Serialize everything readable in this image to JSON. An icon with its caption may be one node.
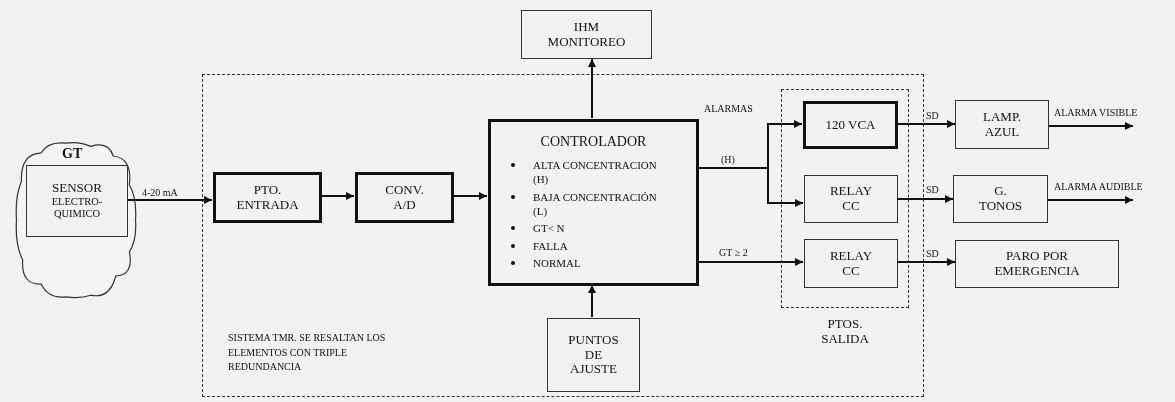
{
  "diagram": {
    "nodes": [
      {
        "text": [
          "GT"
        ]
      },
      {
        "text": [
          "SENSOR",
          "ELECTRO-QUIMICO"
        ],
        "in": 0
      },
      {
        "text": [
          "SISTEMA TMR. SE RESALTAN LOS ELEMENTOS CON TRIPLE REDUNDANCIA"
        ]
      },
      {
        "text": [
          "PTO. ENTRADA"
        ],
        "in": 2
      },
      {
        "text": [
          "CONV. A/D"
        ],
        "in": 2
      },
      {
        "text": [
          "CONTROLADOR",
          "ALTA CONCENTRACION (H)",
          "BAJA CONCENTRACIÓN (L)",
          "GT< N",
          "FALLA",
          "NORMAL"
        ],
        "in": 2
      },
      {
        "text": [
          "IHM MONITOREO"
        ]
      },
      {
        "text": [
          "PUNTOS DE AJUSTE"
        ],
        "in": 2
      },
      {
        "text": [
          "PTOS. SALIDA"
        ],
        "in": 2
      },
      {
        "text": [
          "120 VCA"
        ],
        "in": 8
      },
      {
        "text": [
          "RELAY CC"
        ],
        "in": 8
      },
      {
        "text": [
          "RELAY CC"
        ],
        "in": 8
      },
      {
        "text": [
          "LAMP. AZUL"
        ]
      },
      {
        "text": [
          "G. TONOS"
        ]
      },
      {
        "text": [
          "PARO POR EMERGENCIA"
        ]
      }
    ],
    "edges": [
      {
        "from": 1,
        "to": 3,
        "arrow": "to",
        "label": "4-20 mA"
      },
      {
        "from": 3,
        "to": 4,
        "arrow": "to"
      },
      {
        "from": 4,
        "to": 5,
        "arrow": "to"
      },
      {
        "from": 5,
        "to": 6,
        "arrow": "to"
      },
      {
        "from": 5,
        "to": 9,
        "arrow": "to",
        "label": "ALARMAS"
      },
      {
        "from": 5,
        "to": 10,
        "arrow": "to",
        "label": "(H)"
      },
      {
        "from": 5,
        "to": 11,
        "arrow": "to",
        "label": "GT ≥ 2"
      },
      {
        "from": 7,
        "to": 5,
        "arrow": "to"
      },
      {
        "from": 9,
        "to": 12,
        "arrow": "to",
        "label": "SD"
      },
      {
        "from": 10,
        "to": 13,
        "arrow": "to",
        "label": "SD"
      },
      {
        "from": 11,
        "to": 14,
        "arrow": "to",
        "label": "SD"
      },
      {
        "from": 12,
        "to": null,
        "arrow": "to",
        "label": "ALARMA VISIBLE"
      },
      {
        "from": 13,
        "to": null,
        "arrow": "to",
        "label": "ALARMA AUDIBLE"
      }
    ]
  }
}
